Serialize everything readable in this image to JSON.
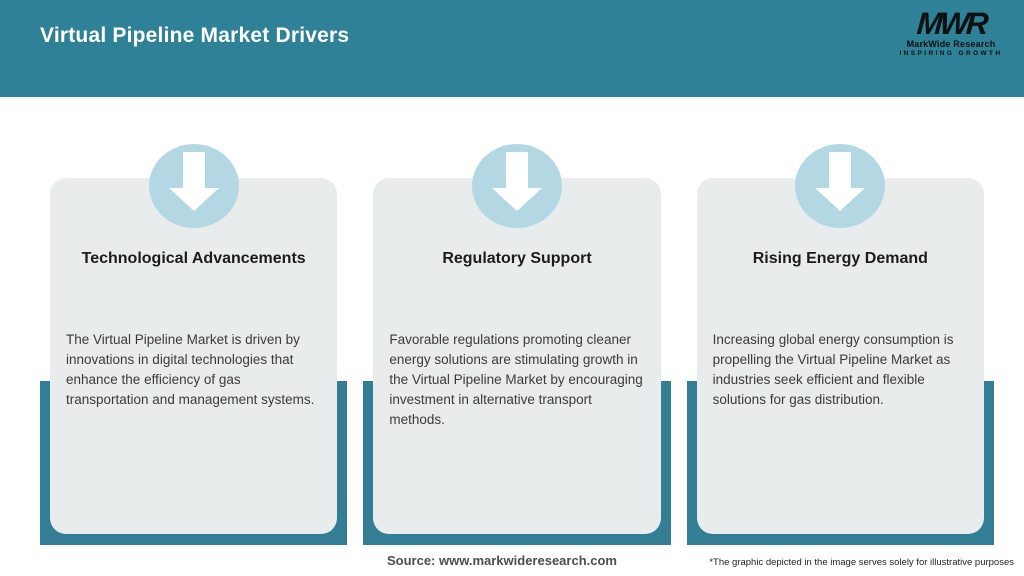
{
  "header": {
    "title": "Virtual Pipeline Market Drivers",
    "logo": {
      "acronym": "MWR",
      "name": "MarkWide Research",
      "tagline": "INSPIRING GROWTH"
    }
  },
  "cards": [
    {
      "title": "Technological Advancements",
      "description": "The Virtual Pipeline Market is driven by innovations in digital technologies that enhance the efficiency of gas transportation and management systems."
    },
    {
      "title": "Regulatory Support",
      "description": "Favorable regulations promoting cleaner energy solutions are stimulating growth in the Virtual Pipeline Market by encouraging investment in alternative transport methods."
    },
    {
      "title": "Rising Energy Demand",
      "description": "Increasing global energy consumption is propelling the Virtual Pipeline Market as industries seek efficient and flexible solutions for gas distribution."
    }
  ],
  "footer": {
    "source": "Source: www.markwideresearch.com",
    "disclaimer": "*The graphic depicted in the image serves solely for illustrative purposes"
  },
  "colors": {
    "header_teal": "#2E8197",
    "bar_teal": "#337E95",
    "card_bg": "#E9ECED",
    "circle_blue": "#B3D8E3",
    "arrow_white": "#FFFFFF",
    "title_white": "#FFFFFF",
    "heading_black": "#1C1C1C",
    "body_gray": "#3A3A3A"
  }
}
